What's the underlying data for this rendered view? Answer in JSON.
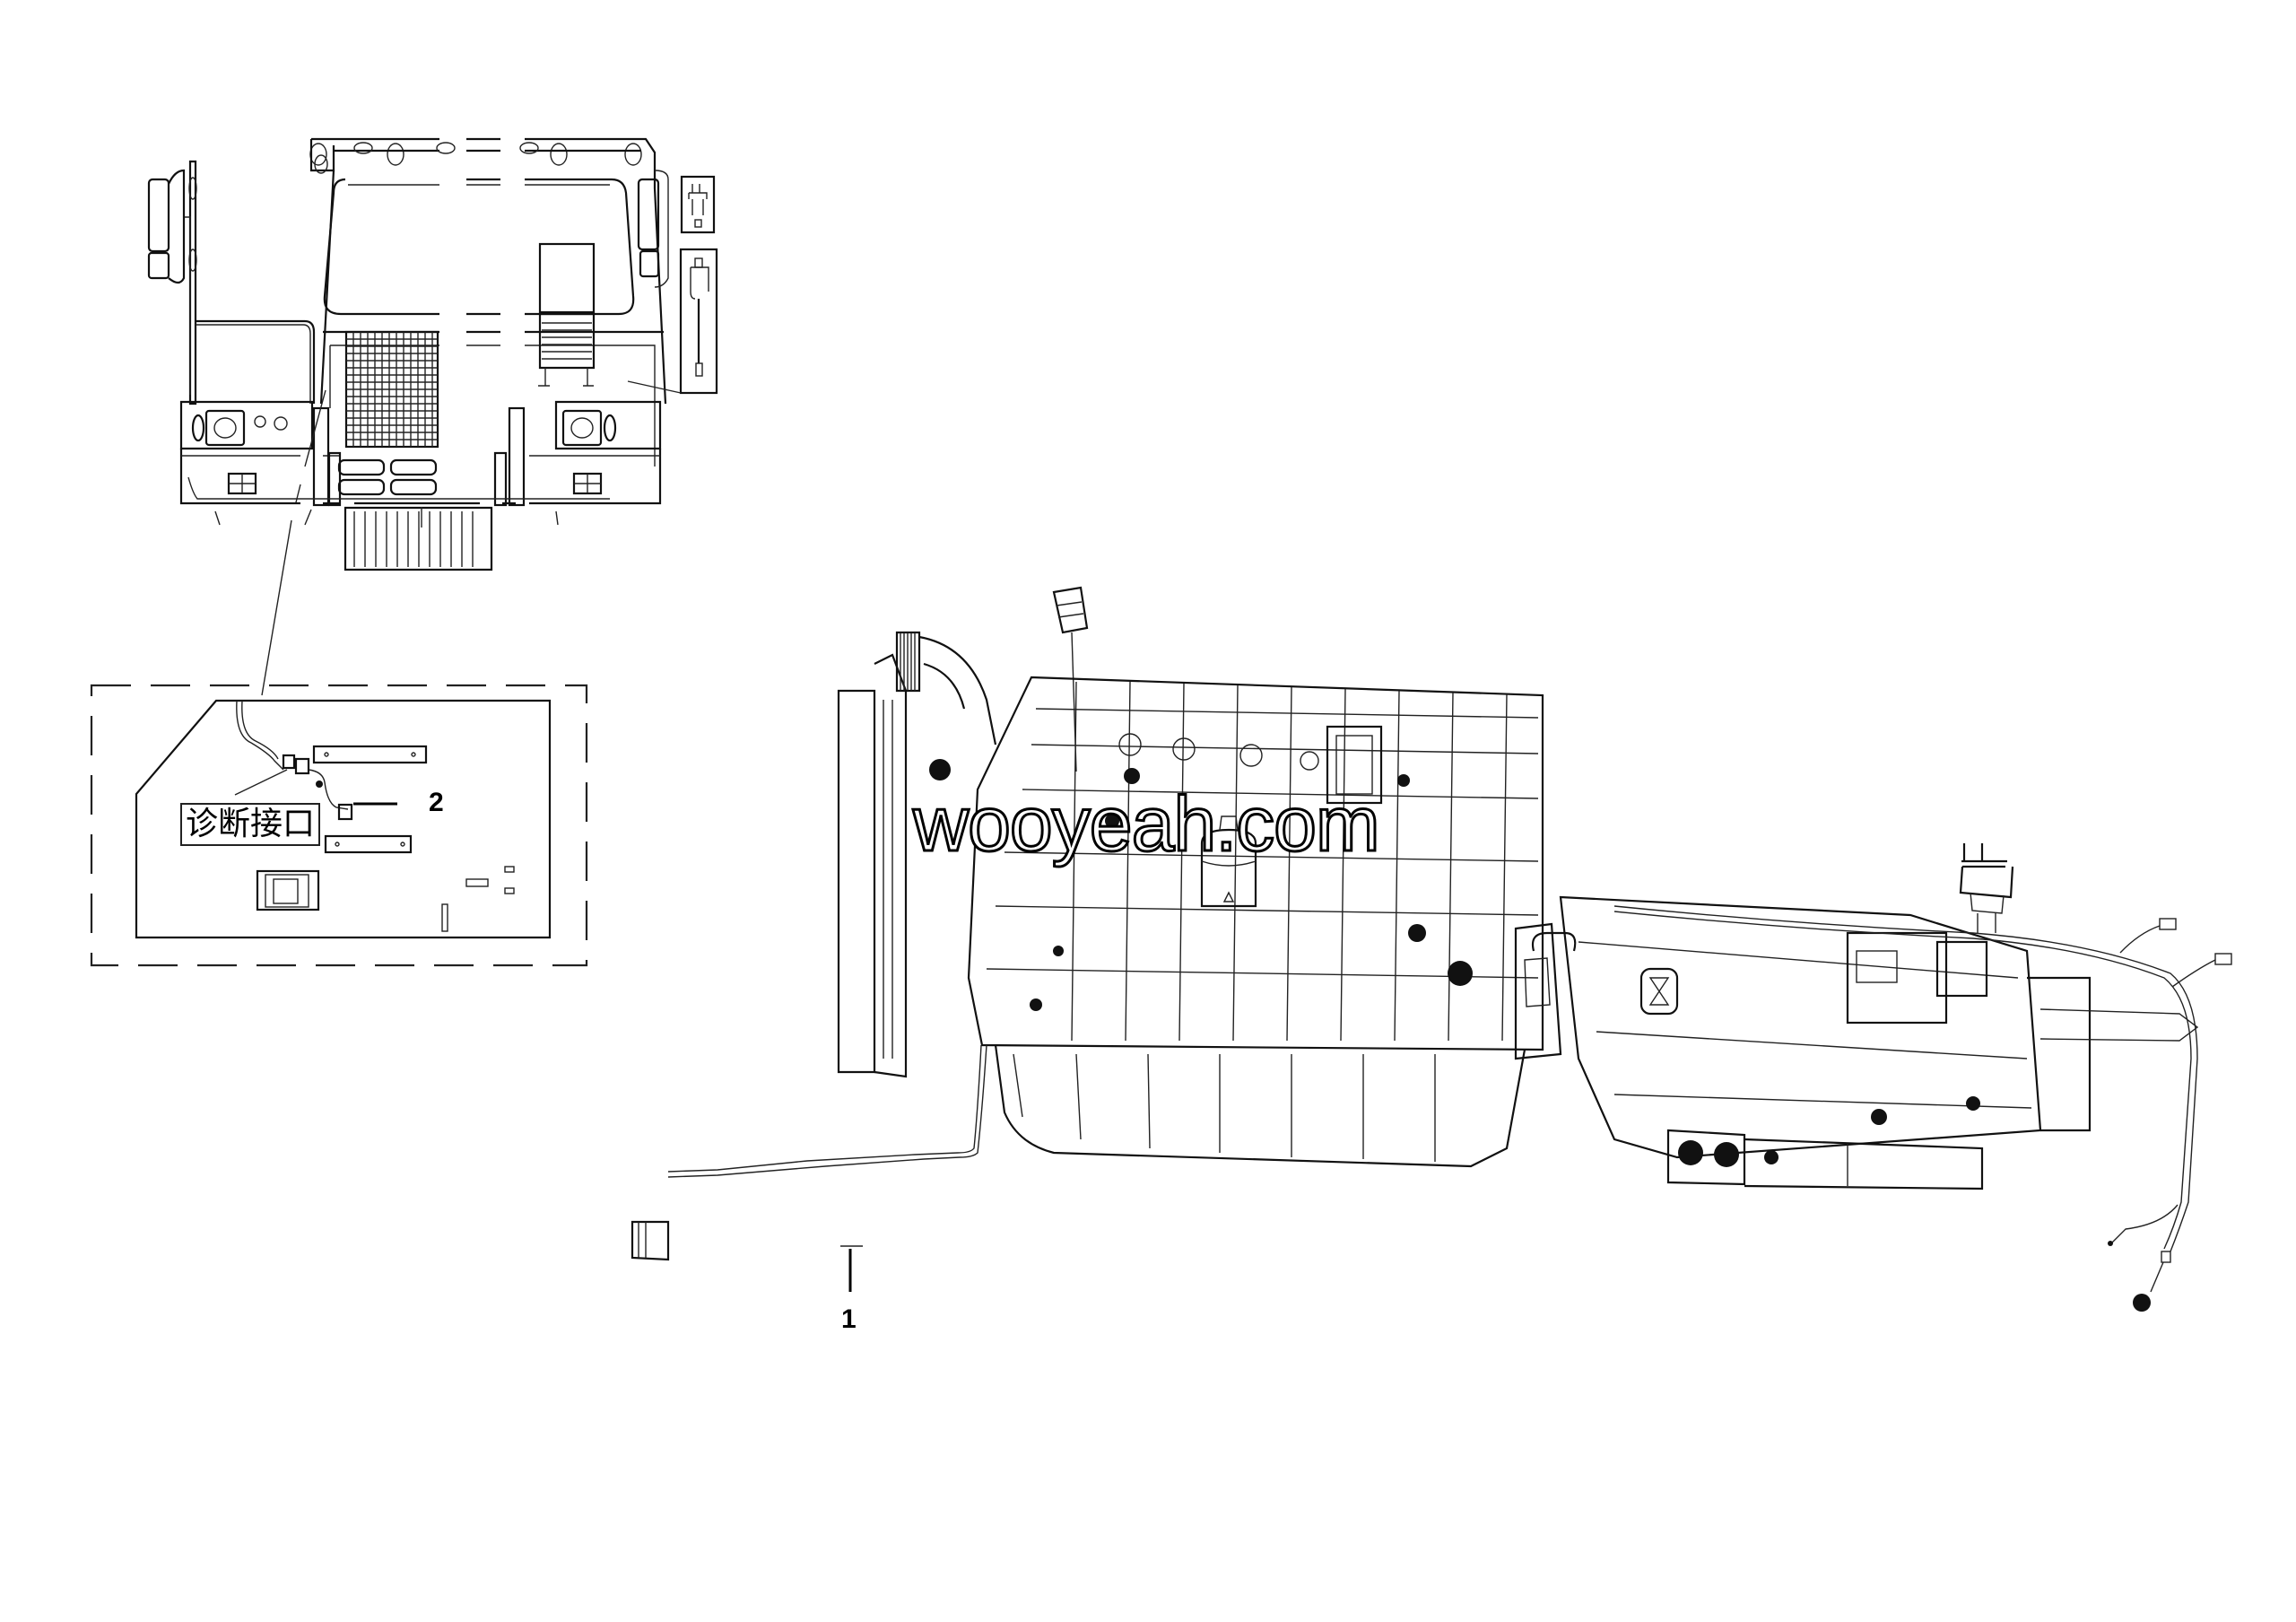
{
  "diagram": {
    "type": "parts-assembly-drawing",
    "views": [
      {
        "id": "cab-front-view",
        "description": "Cab front elevation with grille, lights, mirrors and step"
      },
      {
        "id": "detail-inset",
        "description": "Dashed detail box showing diagnostic interface connector location"
      },
      {
        "id": "engine-assembly",
        "description": "Engine and transmission assembly with wiring harness"
      }
    ],
    "detail_label": "诊断接口",
    "callouts": [
      {
        "number": "1",
        "target": "engine wiring harness"
      },
      {
        "number": "2",
        "target": "diagnostic interface connector harness"
      }
    ],
    "watermark": "wooyeah.com",
    "colors": {
      "line": "#111111",
      "background": "#ffffff"
    }
  }
}
